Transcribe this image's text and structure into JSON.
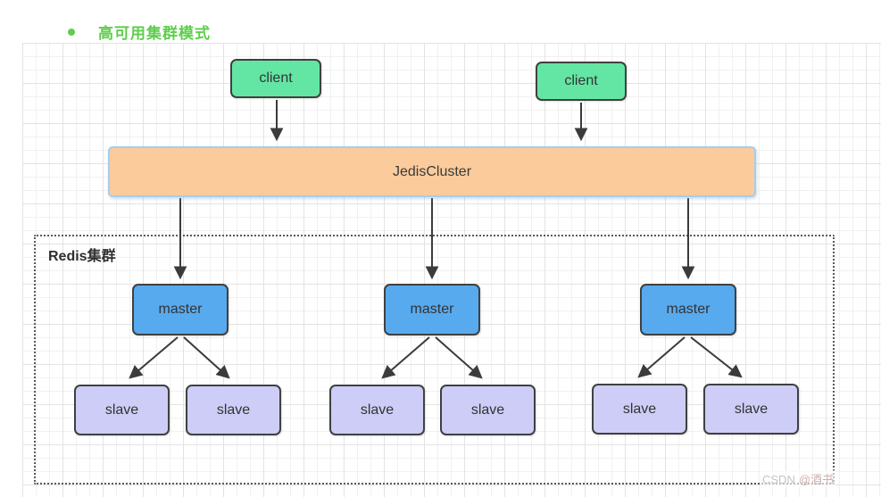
{
  "title": {
    "text": "高可用集群模式",
    "color": "#5ECE4B"
  },
  "diagram": {
    "clients": [
      {
        "id": "client-1",
        "label": "client"
      },
      {
        "id": "client-2",
        "label": "client"
      }
    ],
    "proxy": {
      "id": "jediscluster",
      "label": "JedisCluster"
    },
    "cluster": {
      "label": "Redis集群"
    },
    "masters": [
      {
        "id": "master-1",
        "label": "master"
      },
      {
        "id": "master-2",
        "label": "master"
      },
      {
        "id": "master-3",
        "label": "master"
      }
    ],
    "slaves": [
      {
        "id": "slave-1",
        "label": "slave"
      },
      {
        "id": "slave-2",
        "label": "slave"
      },
      {
        "id": "slave-3",
        "label": "slave"
      },
      {
        "id": "slave-4",
        "label": "slave"
      },
      {
        "id": "slave-5",
        "label": "slave"
      },
      {
        "id": "slave-6",
        "label": "slave"
      }
    ],
    "edges": [
      {
        "from": "client-1",
        "to": "jediscluster"
      },
      {
        "from": "client-2",
        "to": "jediscluster"
      },
      {
        "from": "jediscluster",
        "to": "master-1"
      },
      {
        "from": "jediscluster",
        "to": "master-2"
      },
      {
        "from": "jediscluster",
        "to": "master-3"
      },
      {
        "from": "master-1",
        "to": "slave-1"
      },
      {
        "from": "master-1",
        "to": "slave-2"
      },
      {
        "from": "master-2",
        "to": "slave-3"
      },
      {
        "from": "master-2",
        "to": "slave-4"
      },
      {
        "from": "master-3",
        "to": "slave-5"
      },
      {
        "from": "master-3",
        "to": "slave-6"
      }
    ],
    "colors": {
      "client_fill": "#63e6a4",
      "proxy_fill": "#fbcb9b",
      "proxy_border": "#a6cdf0",
      "master_fill": "#58aaee",
      "slave_fill": "#cdcdf7",
      "node_border": "#404040",
      "arrow": "#3b3b3b",
      "grid_line": "#ededed"
    }
  },
  "watermark": {
    "site": "CSDN",
    "author": "@酒书"
  }
}
